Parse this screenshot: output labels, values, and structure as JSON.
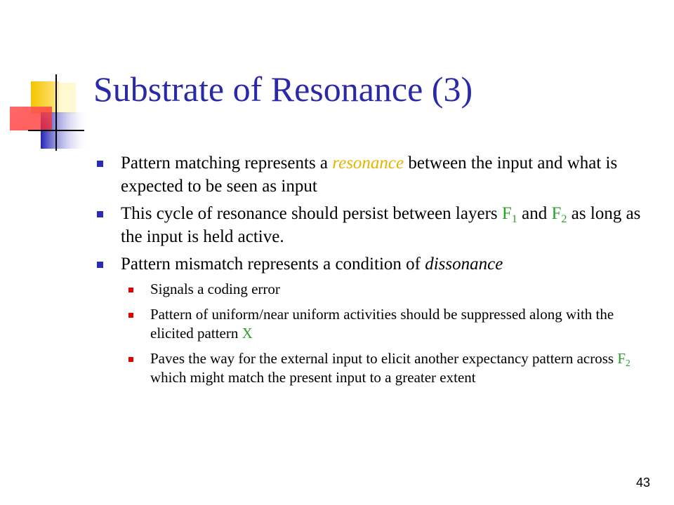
{
  "slide": {
    "title": "Substrate of Resonance (3)",
    "page_number": "43"
  },
  "bullets": [
    {
      "parts": [
        "Pattern matching represents a ",
        "resonance",
        " between the input and what is expected to be seen as input"
      ]
    },
    {
      "parts": [
        "This cycle of resonance should persist between layers ",
        "F",
        "1",
        " and ",
        "F",
        "2",
        " as long as the input is held active."
      ]
    },
    {
      "parts": [
        "Pattern mismatch represents a condition of ",
        "dissonance"
      ],
      "children": [
        {
          "parts": [
            "Signals a coding error"
          ]
        },
        {
          "parts": [
            "Pattern of uniform/near uniform activities should be suppressed along with the elicited pattern ",
            "X"
          ]
        },
        {
          "parts": [
            "Paves the way for the external input to elicit another expectancy pattern across ",
            "F",
            "2",
            " which might match the present input to a greater extent"
          ]
        }
      ]
    }
  ],
  "colors": {
    "title": "#2a2aa8",
    "highlight_yellow": "#e6b400",
    "highlight_green": "#2aa02a",
    "bullet_level1": "#2b2bb8",
    "bullet_level2": "#e50000"
  }
}
